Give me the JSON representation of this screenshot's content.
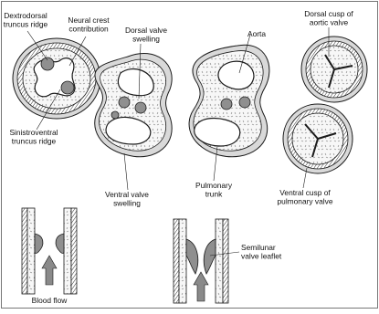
{
  "labels": {
    "dextrodorsal_ridge": [
      "Dextrodorsal",
      "truncus ridge"
    ],
    "neural_crest": [
      "Neural crest",
      "contribution"
    ],
    "dorsal_valve_swelling": [
      "Dorsal valve",
      "swelling"
    ],
    "aorta": [
      "Aorta"
    ],
    "dorsal_cusp_aortic": [
      "Dorsal cusp of",
      "aortic valve"
    ],
    "sinistroventral_ridge": [
      "Sinistroventral",
      "truncus ridge"
    ],
    "ventral_valve_swelling": [
      "Ventral valve",
      "swelling"
    ],
    "pulmonary_trunk": [
      "Pulmonary",
      "trunk"
    ],
    "ventral_cusp_pulmonary": [
      "Ventral cusp of",
      "pulmonary valve"
    ],
    "semilunar_leaflet": [
      "Semilunar",
      "valve leaflet"
    ],
    "blood_flow": [
      "Blood flow"
    ]
  },
  "colors": {
    "line": "#1a1a1a",
    "wall_fill": "#d9d9d9",
    "mesenchyme_fill": "#f4f4f4",
    "swelling_fill": "#8f8f8f",
    "arrow_fill": "#8a8a8a"
  }
}
